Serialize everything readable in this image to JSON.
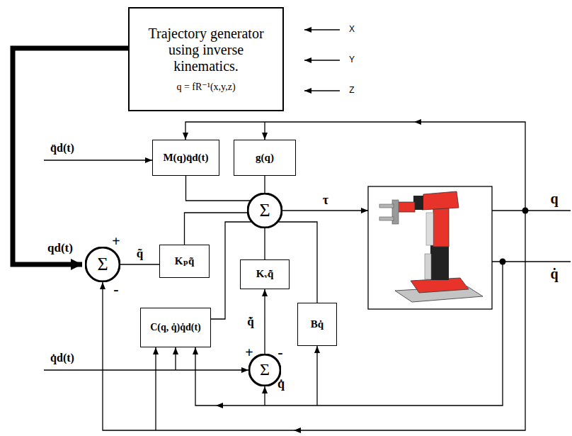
{
  "diagram": {
    "nodes": [
      {
        "text": [
          "Trajectory generator using inverse kinematics.",
          "q = fR⁻¹(x,y,z)"
        ]
      },
      {
        "text": [
          "M(q)q̈d(t)"
        ]
      },
      {
        "text": [
          "g(q)"
        ]
      },
      {
        "text": [
          "Σ"
        ]
      },
      {
        "text": [
          "Σ"
        ]
      },
      {
        "text": [
          "Kₚq̃"
        ]
      },
      {
        "text": [
          "Kᵥq̃̇"
        ]
      },
      {
        "text": [
          "C(q, q̇)q̇d(t)"
        ]
      },
      {
        "text": [
          "Σ"
        ]
      },
      {
        "text": [
          "Bq̇"
        ]
      }
    ],
    "edges": [
      {
        "from": 0,
        "to": 4,
        "arrow": "to"
      },
      {
        "from": 4,
        "to": 5,
        "arrow": "none",
        "label": "q̃"
      },
      {
        "from": 1,
        "to": 3,
        "arrow": "none"
      },
      {
        "from": 2,
        "to": 3,
        "arrow": "none"
      },
      {
        "from": 5,
        "to": 3,
        "arrow": "none"
      },
      {
        "from": 7,
        "to": 3,
        "arrow": "none"
      },
      {
        "from": 6,
        "to": 3,
        "arrow": "none"
      },
      {
        "from": 9,
        "to": 3,
        "arrow": "none"
      },
      {
        "from": 8,
        "to": 6,
        "arrow": "to",
        "label": "q̃̇"
      }
    ],
    "labels": [
      "X",
      "Y",
      "Z",
      "q̈d(t)",
      "qd(t)",
      "+",
      "-",
      "q̇d(t)",
      "τ",
      "q",
      "q̇",
      "+",
      "-",
      "q̇"
    ]
  }
}
